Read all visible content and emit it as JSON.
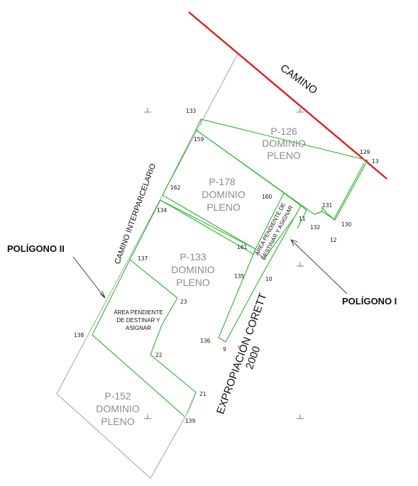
{
  "labels": {
    "camino": "CAMINO",
    "camino_interparcelario": "CAMINO INTERPARCELARIO",
    "poligono_ii": "POLÍGONO II",
    "poligono_i": "POLÍGONO I",
    "expropiacion_1": "EXPROPIACIÓN CORETT",
    "expropiacion_2": "2000",
    "area_left_1": "ÁREA PENDIENTE",
    "area_left_2": "DE DESTINAR Y",
    "area_left_3": "ASIGNAR",
    "area_right_1": "ÁREA PENDIENTE DE",
    "area_right_2": "DESTINAR Y ASIGNAR"
  },
  "parcels": {
    "p126": {
      "id": "P-126",
      "l1": "DOMINIO",
      "l2": "PLENO"
    },
    "p178": {
      "id": "P-178",
      "l1": "DOMINIO",
      "l2": "PLENO"
    },
    "p133": {
      "id": "P-133",
      "l1": "DOMINIO",
      "l2": "PLENO"
    },
    "p152": {
      "id": "P-152",
      "l1": "DOMINIO",
      "l2": "PLENO"
    }
  },
  "vertices": {
    "v133": "133",
    "v159": "159",
    "v129": "129",
    "v13": "13",
    "v162": "162",
    "v134": "134",
    "v160": "160",
    "v131": "131",
    "v11": "11",
    "v132": "132",
    "v130": "130",
    "v12": "12",
    "v161": "161",
    "v137": "137",
    "v135": "135",
    "v10": "10",
    "v23": "23",
    "v138": "138",
    "v136": "136",
    "v9": "9",
    "v22": "22",
    "v21": "21",
    "v139": "139"
  },
  "colors": {
    "road_line": "#e31b1b",
    "polygon_line": "#3cb83c",
    "boundary_line": "#9a9a9a"
  }
}
